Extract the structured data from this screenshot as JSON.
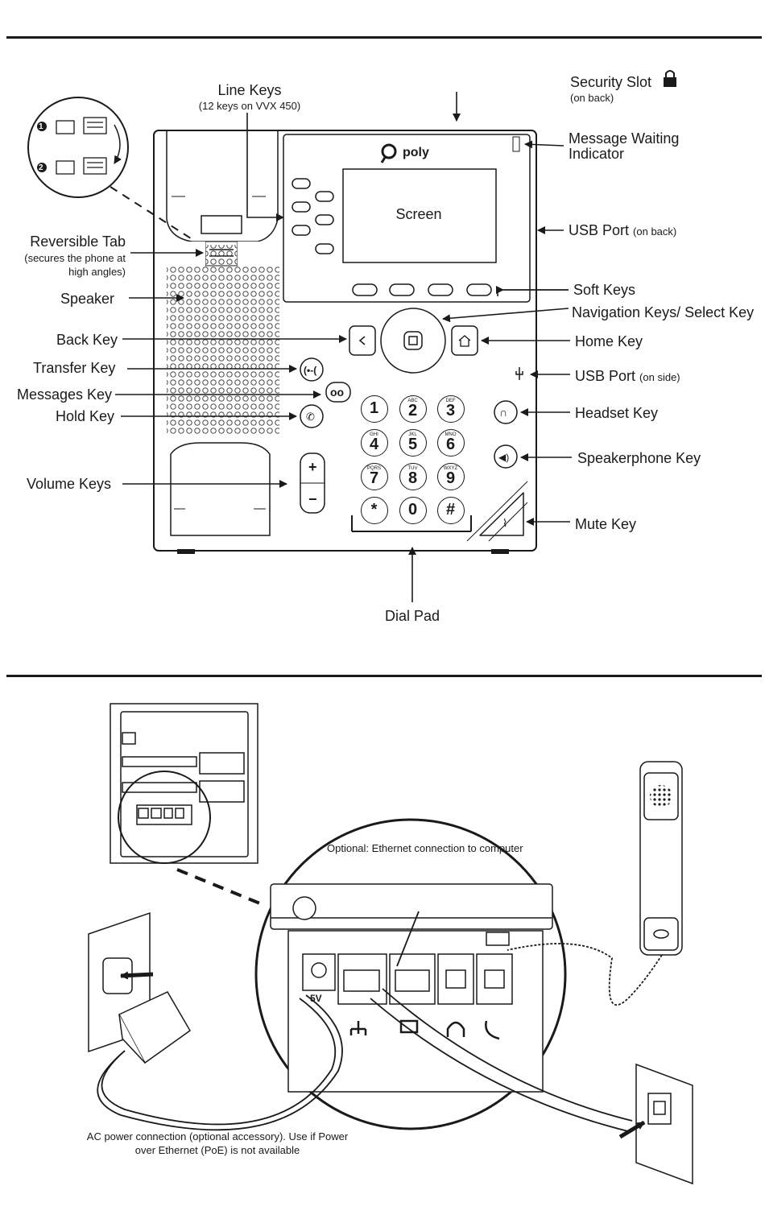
{
  "phone": {
    "brand": "poly",
    "screen_label": "Screen",
    "dialpad": [
      {
        "digit": "1",
        "letters": ""
      },
      {
        "digit": "2",
        "letters": "ABC"
      },
      {
        "digit": "3",
        "letters": "DEF"
      },
      {
        "digit": "4",
        "letters": "GHI"
      },
      {
        "digit": "5",
        "letters": "JKL"
      },
      {
        "digit": "6",
        "letters": "MNO"
      },
      {
        "digit": "7",
        "letters": "PQRS"
      },
      {
        "digit": "8",
        "letters": "TUV"
      },
      {
        "digit": "9",
        "letters": "WXYZ"
      },
      {
        "digit": "*",
        "letters": ""
      },
      {
        "digit": "0",
        "letters": ""
      },
      {
        "digit": "#",
        "letters": ""
      }
    ],
    "volume_plus": "+",
    "volume_minus": "−"
  },
  "callouts": {
    "line_keys": "Line Keys",
    "line_keys_note": "(12 keys on VVX 450)",
    "security_slot": "Security Slot",
    "security_slot_note": "(on back)",
    "message_waiting": "Message Waiting",
    "message_waiting_2": "Indicator",
    "usb_back": "USB Port",
    "usb_back_note": "(on back)",
    "reversible_tab": "Reversible Tab",
    "reversible_tab_note1": "(secures the phone at",
    "reversible_tab_note2": "high angles)",
    "speaker": "Speaker",
    "soft_keys": "Soft Keys",
    "navigation_keys": "Navigation Keys/ Select Key",
    "back_key": "Back Key",
    "home_key": "Home Key",
    "transfer_key": "Transfer Key",
    "usb_side": "USB Port",
    "usb_side_note": "(on side)",
    "messages_key": "Messages Key",
    "headset_key": "Headset Key",
    "hold_key": "Hold Key",
    "speakerphone_key": "Speakerphone Key",
    "volume_keys": "Volume Keys",
    "mute_key": "Mute Key",
    "dial_pad": "Dial Pad",
    "step1": "1",
    "step2": "2"
  },
  "connections": {
    "ethernet_computer": "Optional: Ethernet connection to computer",
    "ac_power_1": "AC power connection (optional accessory). Use if Power",
    "ac_power_2": "over Ethernet (PoE) is not available",
    "power_label": "5V"
  }
}
